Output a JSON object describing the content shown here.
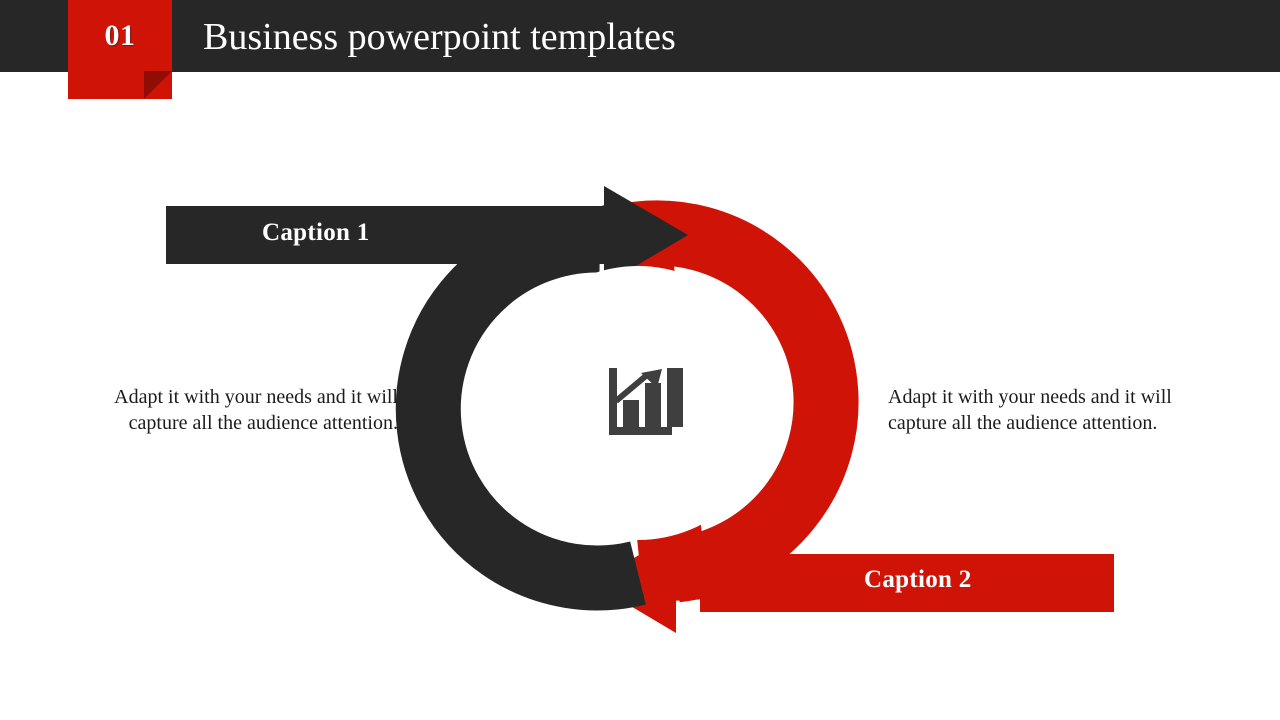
{
  "slide": {
    "background_color": "#ffffff",
    "accent_dark": "#272727",
    "accent_red": "#cf1407",
    "fold_red": "#8f0d05"
  },
  "header": {
    "number_badge": "01",
    "title": "Business powerpoint templates"
  },
  "diagram": {
    "type": "two-step-circular-cycle",
    "center_icon": "bar-chart-growth-icon",
    "steps": [
      {
        "id": "step-1",
        "caption": "Caption 1",
        "color": "#272727",
        "arrow_direction": "right",
        "body": "Adapt it with your needs and it will capture all the audience attention.",
        "body_align": "right"
      },
      {
        "id": "step-2",
        "caption": "Caption 2",
        "color": "#cf1407",
        "arrow_direction": "left",
        "body": "Adapt it with your needs and it will capture all the audience attention.",
        "body_align": "left"
      }
    ]
  }
}
